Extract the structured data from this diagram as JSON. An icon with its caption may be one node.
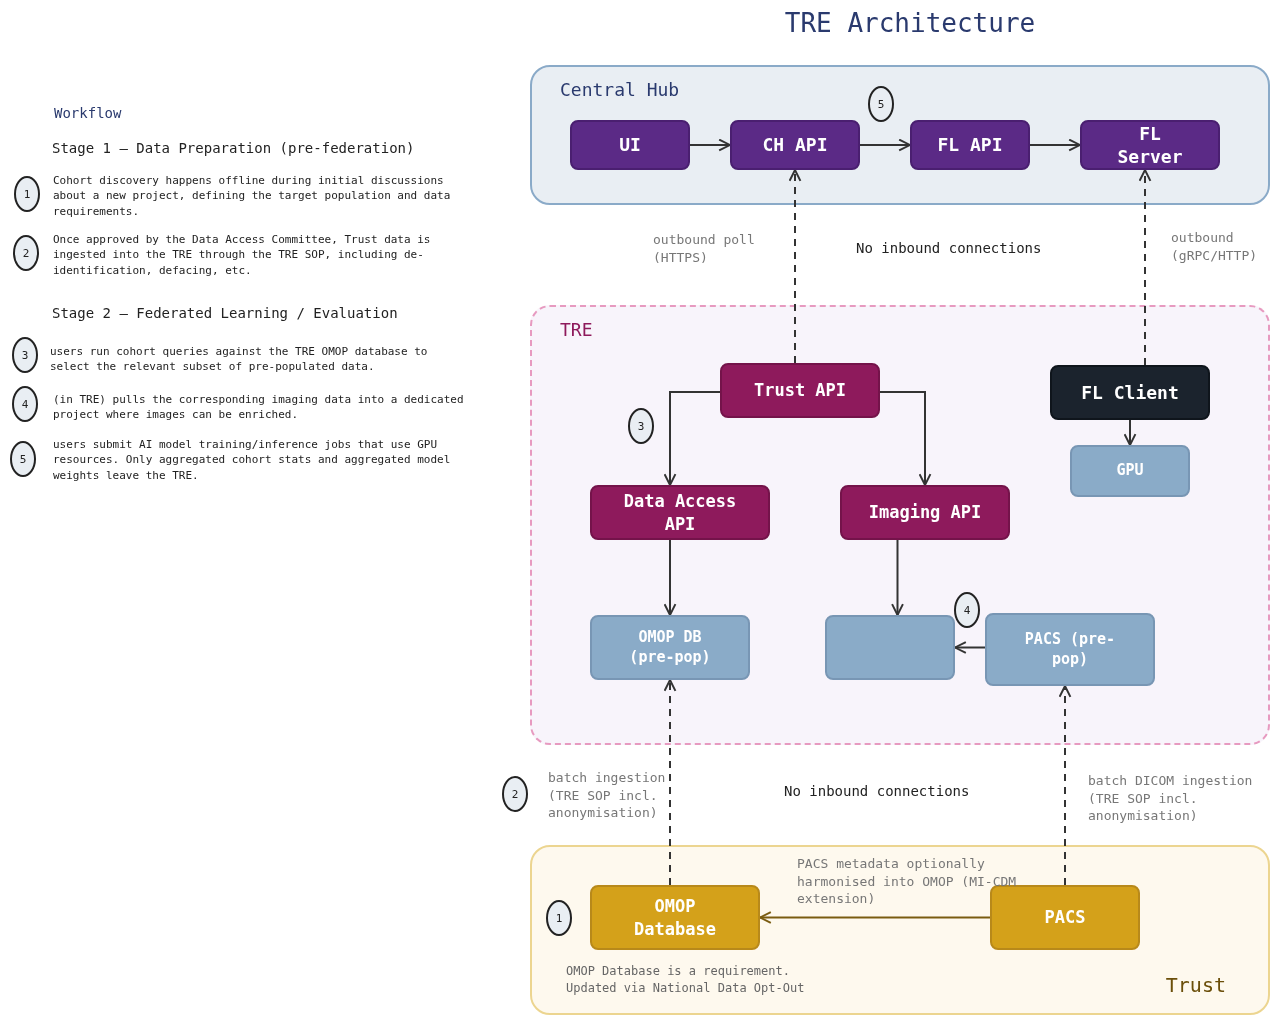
{
  "diagram": {
    "title": "TRE Architecture",
    "nodes": [
      {
        "text": [
          "Central Hub"
        ]
      },
      {
        "text": [
          "UI"
        ],
        "in": 0
      },
      {
        "text": [
          "CH API"
        ],
        "in": 0
      },
      {
        "text": [
          "FL API"
        ],
        "in": 0
      },
      {
        "text": [
          "FL Server"
        ],
        "in": 0
      },
      {
        "text": [
          "TRE"
        ]
      },
      {
        "text": [
          "Trust API"
        ],
        "in": 5
      },
      {
        "text": [
          "FL Client"
        ],
        "in": 5
      },
      {
        "text": [
          "GPU"
        ],
        "in": 5
      },
      {
        "text": [
          "Data Access API"
        ],
        "in": 5
      },
      {
        "text": [
          "Imaging API"
        ],
        "in": 5
      },
      {
        "text": [
          "OMOP DB (pre-pop)"
        ],
        "in": 5
      },
      {
        "text": [],
        "shape": "box",
        "in": 5
      },
      {
        "text": [
          "PACS (pre-pop)"
        ],
        "in": 5
      },
      {
        "text": [
          "Trust"
        ]
      },
      {
        "text": [
          "OMOP Database"
        ],
        "in": 14,
        "beside": [
          "OMOP Database is a requirement. Updated via National Data Opt-Out"
        ]
      },
      {
        "text": [
          "PACS"
        ],
        "in": 14
      }
    ],
    "edges": [
      {
        "from": 1,
        "to": 2,
        "arrow": "to"
      },
      {
        "from": 2,
        "to": 3,
        "arrow": "to"
      },
      {
        "from": 3,
        "to": 4,
        "arrow": "to"
      },
      {
        "from": 6,
        "to": 2,
        "arrow": "to",
        "style": "dashed",
        "label": "outbound poll (HTTPS)"
      },
      {
        "from": 7,
        "to": 4,
        "arrow": "to",
        "style": "dashed",
        "label": "outbound (gRPC/HTTP)"
      },
      {
        "from": 6,
        "to": 9,
        "arrow": "to"
      },
      {
        "from": 6,
        "to": 10,
        "arrow": "to"
      },
      {
        "from": 7,
        "to": 8,
        "arrow": "to"
      },
      {
        "from": 9,
        "to": 11,
        "arrow": "to"
      },
      {
        "from": 10,
        "to": 12,
        "arrow": "to"
      },
      {
        "from": 13,
        "to": 12,
        "arrow": "to"
      },
      {
        "from": 15,
        "to": 11,
        "arrow": "to",
        "style": "dashed",
        "label": "batch ingestion (TRE SOP incl. anonymisation)"
      },
      {
        "from": 16,
        "to": 13,
        "arrow": "to",
        "style": "dashed",
        "label": "batch DICOM ingestion (TRE SOP incl. anonymisation)"
      },
      {
        "from": 16,
        "to": 15,
        "arrow": "to",
        "color": "#7a5c10",
        "label": "PACS metadata optionally harmonised into OMOP (MI-CDM extension)"
      }
    ],
    "labels": [
      "Workflow",
      "Stage 1 – Data Preparation (pre-federation)",
      "1",
      "Cohort discovery happens offline during initial discussions about a new project, defining the target population and data requirements.",
      "2",
      "Once approved by the Data Access Committee, Trust data is ingested into the TRE through the TRE SOP, including de-identification, defacing, etc.",
      "Stage 2 – Federated Learning / Evaluation",
      "3",
      "users run cohort queries against the TRE OMOP database to select the relevant subset of pre-populated data.",
      "4",
      "(in TRE) pulls the corresponding imaging data into a dedicated project where images can be enriched.",
      "5",
      "users submit AI model training/inference jobs that use GPU resources. Only aggregated cohort stats and aggregated model weights leave the TRE.",
      "5",
      "No inbound connections",
      "3",
      "4",
      "2",
      "No inbound connections",
      "1"
    ]
  }
}
